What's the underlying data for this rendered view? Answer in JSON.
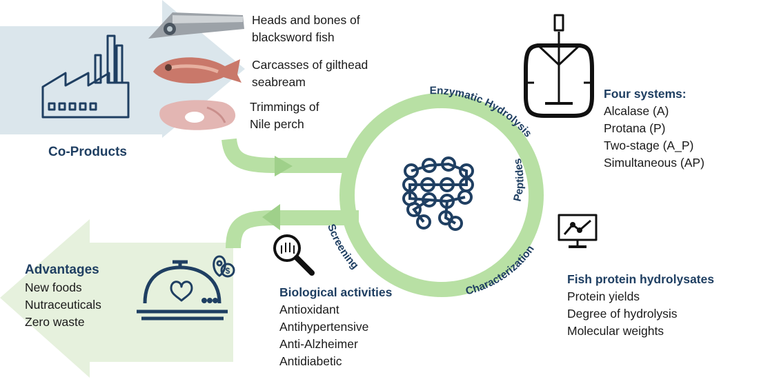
{
  "sources": [
    {
      "line1": "Heads and bones of",
      "line2": "blacksword fish"
    },
    {
      "line1": "Carcasses of gilthead",
      "line2": "seabream"
    },
    {
      "line1": "Trimmings of",
      "line2": "Nile perch"
    }
  ],
  "co_products_label": "Co-Products",
  "cycle_labels": {
    "hydrolysis": "Enzymatic Hydrolysis",
    "peptides": "Peptides",
    "characterization": "Characterization",
    "screening": "Screening"
  },
  "four_systems": {
    "title": "Four systems:",
    "items": [
      "Alcalase (A)",
      "Protana (P)",
      "Two-stage (A_P)",
      "Simultaneous (AP)"
    ]
  },
  "hydrolysates": {
    "title": "Fish protein hydrolysates",
    "items": [
      "Protein yields",
      "Degree of hydrolysis",
      "Molecular weights"
    ]
  },
  "bio": {
    "title": "Biological activities",
    "items": [
      "Antioxidant",
      "Antihypertensive",
      "Anti-Alzheimer",
      "Antidiabetic"
    ]
  },
  "advantages": {
    "title": "Advantages",
    "items": [
      "New foods",
      "Nutraceuticals",
      "Zero waste"
    ]
  },
  "colors": {
    "navy": "#1f3f62",
    "cycle_green": "#b8e0a4",
    "blue_arrow": "#dbe6ec",
    "green_arrow": "#e6f1dd"
  },
  "icons": [
    "factory-icon",
    "bioreactor-icon",
    "peptide-chain-icon",
    "monitor-chart-icon",
    "magnifier-icon",
    "food-cloche-icon",
    "price-pin-icon"
  ]
}
